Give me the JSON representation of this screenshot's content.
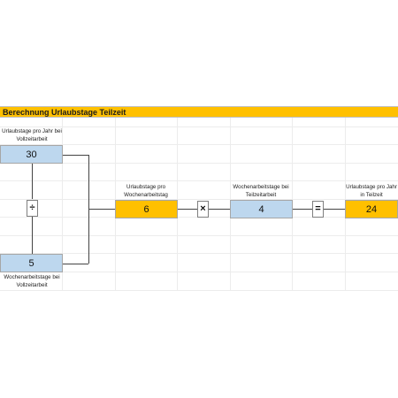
{
  "header": {
    "title": "Berechnung Urlaubstage Teilzeit"
  },
  "inputs": {
    "urlaubstage_vollzeit": {
      "label": "Urlaubstage pro Jahr bei Vollzeitarbeit",
      "value": "30"
    },
    "wochenarbeitstage_vollzeit": {
      "label": "Wochenarbeitstage bei Vollzeitarbeit",
      "value": "5"
    },
    "wochenarbeitstage_teilzeit": {
      "label": "Wochenarbeitstage bei Teilzeitarbeit",
      "value": "4"
    }
  },
  "results": {
    "urlaubstage_pro_wochenarbeitstag": {
      "label": "Urlaubstage pro Wochenarbeitstag",
      "value": "6"
    },
    "urlaubstage_teilzeit": {
      "label": "Urlaubstage pro Jahr in Teilzeit",
      "value": "24"
    }
  },
  "operators": {
    "divide": "÷",
    "multiply": "×",
    "equals": "="
  },
  "colors": {
    "input": "#bdd7ee",
    "result": "#ffc000",
    "title": "#ffc000"
  }
}
